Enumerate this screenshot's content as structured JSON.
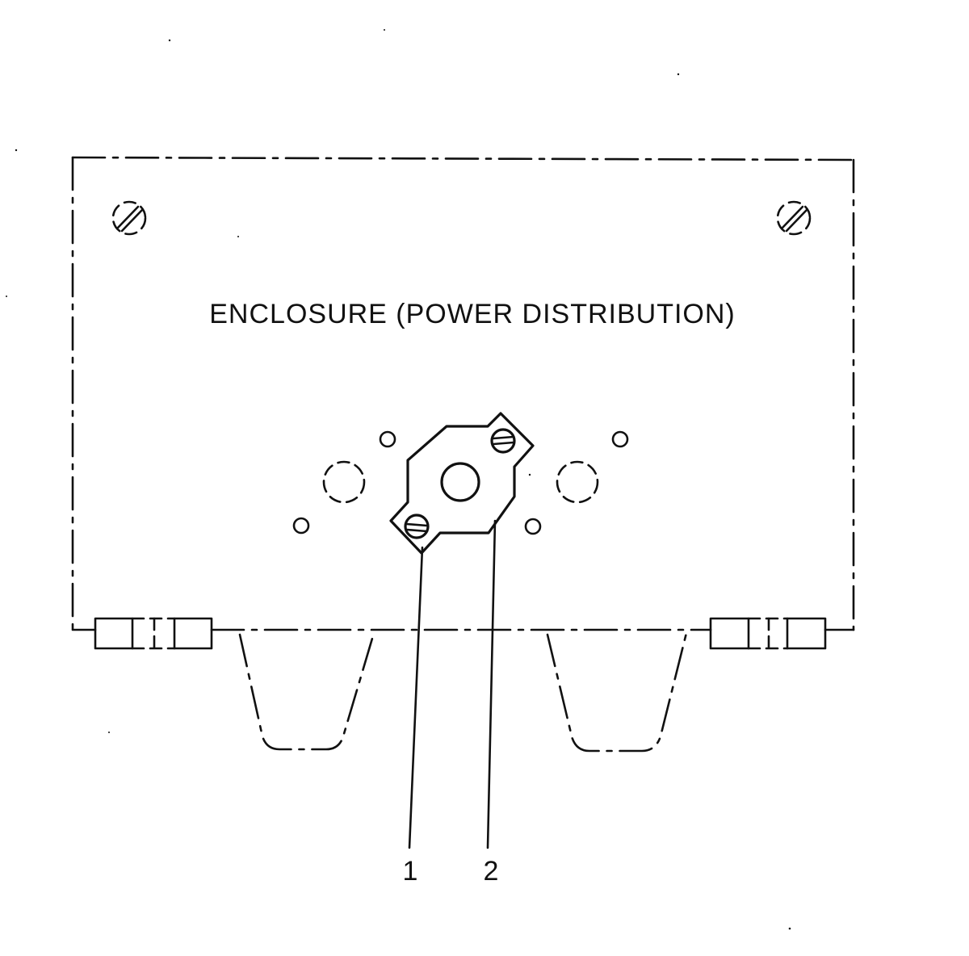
{
  "diagram": {
    "title": "ENCLOSURE (POWER DISTRIBUTION)",
    "callouts": [
      {
        "number": "1"
      },
      {
        "number": "2"
      }
    ]
  }
}
